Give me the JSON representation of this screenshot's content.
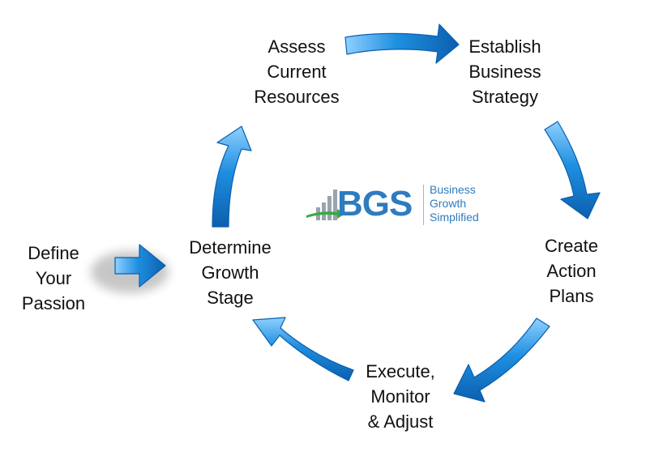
{
  "diagram": {
    "steps": {
      "define": [
        "Define",
        "Your",
        "Passion"
      ],
      "determine": [
        "Determine",
        "Growth",
        "Stage"
      ],
      "assess": [
        "Assess",
        "Current",
        "Resources"
      ],
      "establish": [
        "Establish",
        "Business",
        "Strategy"
      ],
      "create": [
        "Create",
        "Action",
        "Plans"
      ],
      "execute": [
        "Execute,",
        "Monitor",
        "& Adjust"
      ]
    },
    "logo": {
      "letters": "BGS",
      "tagline": [
        "Business",
        "Growth",
        "Simplified"
      ]
    },
    "colors": {
      "arrow": "#1f8fe0",
      "arrow_light": "#8fd0ff",
      "arrow_dark": "#0b5fae",
      "logo_blue": "#2f7bbf",
      "logo_green": "#3aa845",
      "text": "#111111"
    }
  }
}
